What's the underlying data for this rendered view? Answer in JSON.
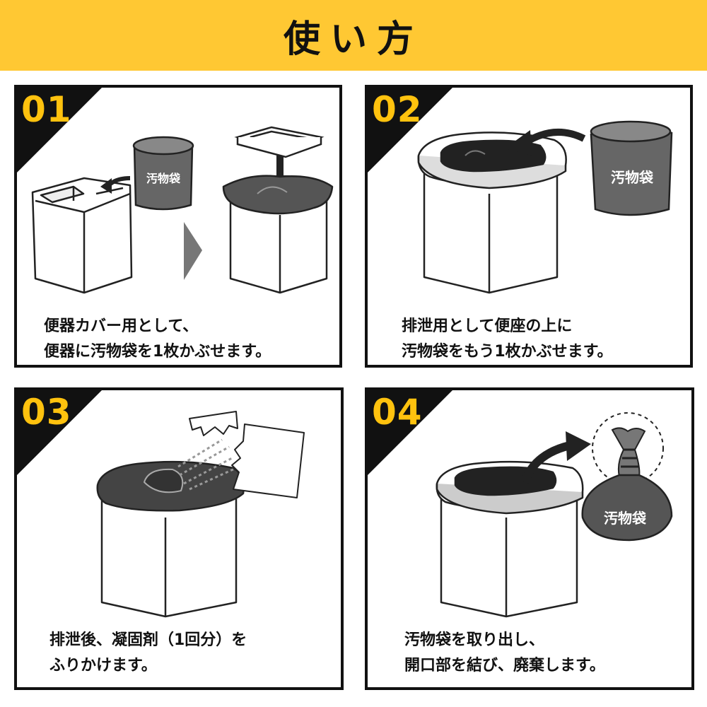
{
  "header": {
    "title": "使い方",
    "background": "#FFC833"
  },
  "accent": "#FFC20E",
  "steps": [
    {
      "number": "01",
      "bag_label": "汚物袋",
      "lines": [
        "便器カバー用として、",
        "便器に汚物袋を1枚かぶせます。"
      ]
    },
    {
      "number": "02",
      "bag_label": "汚物袋",
      "lines": [
        "排泄用として便座の上に",
        "汚物袋をもう1枚かぶせます。"
      ]
    },
    {
      "number": "03",
      "lines": [
        "排泄後、凝固剤（1回分）を",
        "ふりかけます。"
      ]
    },
    {
      "number": "04",
      "bag_label": "汚物袋",
      "lines": [
        "汚物袋を取り出し、",
        "開口部を結び、廃棄します。"
      ]
    }
  ]
}
